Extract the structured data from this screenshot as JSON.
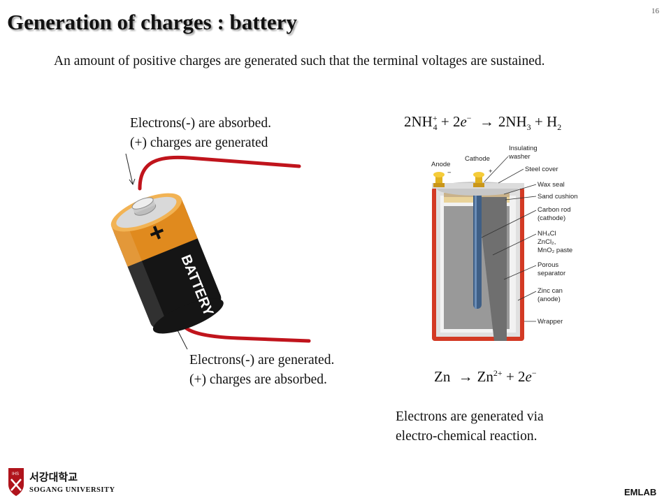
{
  "slide": {
    "title": "Generation of charges : battery",
    "number": "16",
    "intro": "An amount of positive charges are generated  such that the terminal voltages are sustained."
  },
  "top_note": {
    "line1": "Electrons(-) are absorbed.",
    "line2": "(+) charges are generated"
  },
  "bottom_note": {
    "line1": "Electrons(-) are generated.",
    "line2": "(+) charges are absorbed."
  },
  "conclusion": {
    "line1": "Electrons  are generated via",
    "line2": "electro-chemical reaction."
  },
  "equations": {
    "top": {
      "a": "2NH",
      "a_sub": "4",
      "a_sup": "+",
      "b": "+ 2",
      "e": "e",
      "e_sup": "−",
      "arrow": "→",
      "c": "2NH",
      "c_sub": "3",
      "d": "+ H",
      "d_sub": "2"
    },
    "bottom": {
      "a": "Zn",
      "arrow": "→",
      "b": "Zn",
      "b_sup": "2+",
      "c": "+ 2",
      "e": "e",
      "e_sup": "−"
    }
  },
  "battery": {
    "plus": "+",
    "label": "BATTERY"
  },
  "cell_diagram": {
    "anode": "Anode",
    "anode_sign": "−",
    "cathode": "Cathode",
    "cathode_sign": "+",
    "insulating_washer_1": "Insulating",
    "insulating_washer_2": "washer",
    "steel_cover": "Steel cover",
    "wax_seal": "Wax seal",
    "sand_cushion": "Sand cushion",
    "carbon_rod_1": "Carbon rod",
    "carbon_rod_2": "(cathode)",
    "paste_1": "NH₄Cl",
    "paste_2": "ZnCl₂,",
    "paste_3": "MnO₂ paste",
    "porous_1": "Porous",
    "porous_2": "separator",
    "zinc_1": "Zinc can",
    "zinc_2": "(anode)",
    "wrapper": "Wrapper"
  },
  "footer": {
    "university_kr": "서강대학교",
    "university_en": "SOGANG UNIVERSITY",
    "crest_text": "IHS",
    "lab": "EMLAB"
  },
  "colors": {
    "wire": "#c0141c",
    "battery_orange": "#e08a1e",
    "battery_black": "#151515",
    "crest_red": "#b0141c"
  }
}
